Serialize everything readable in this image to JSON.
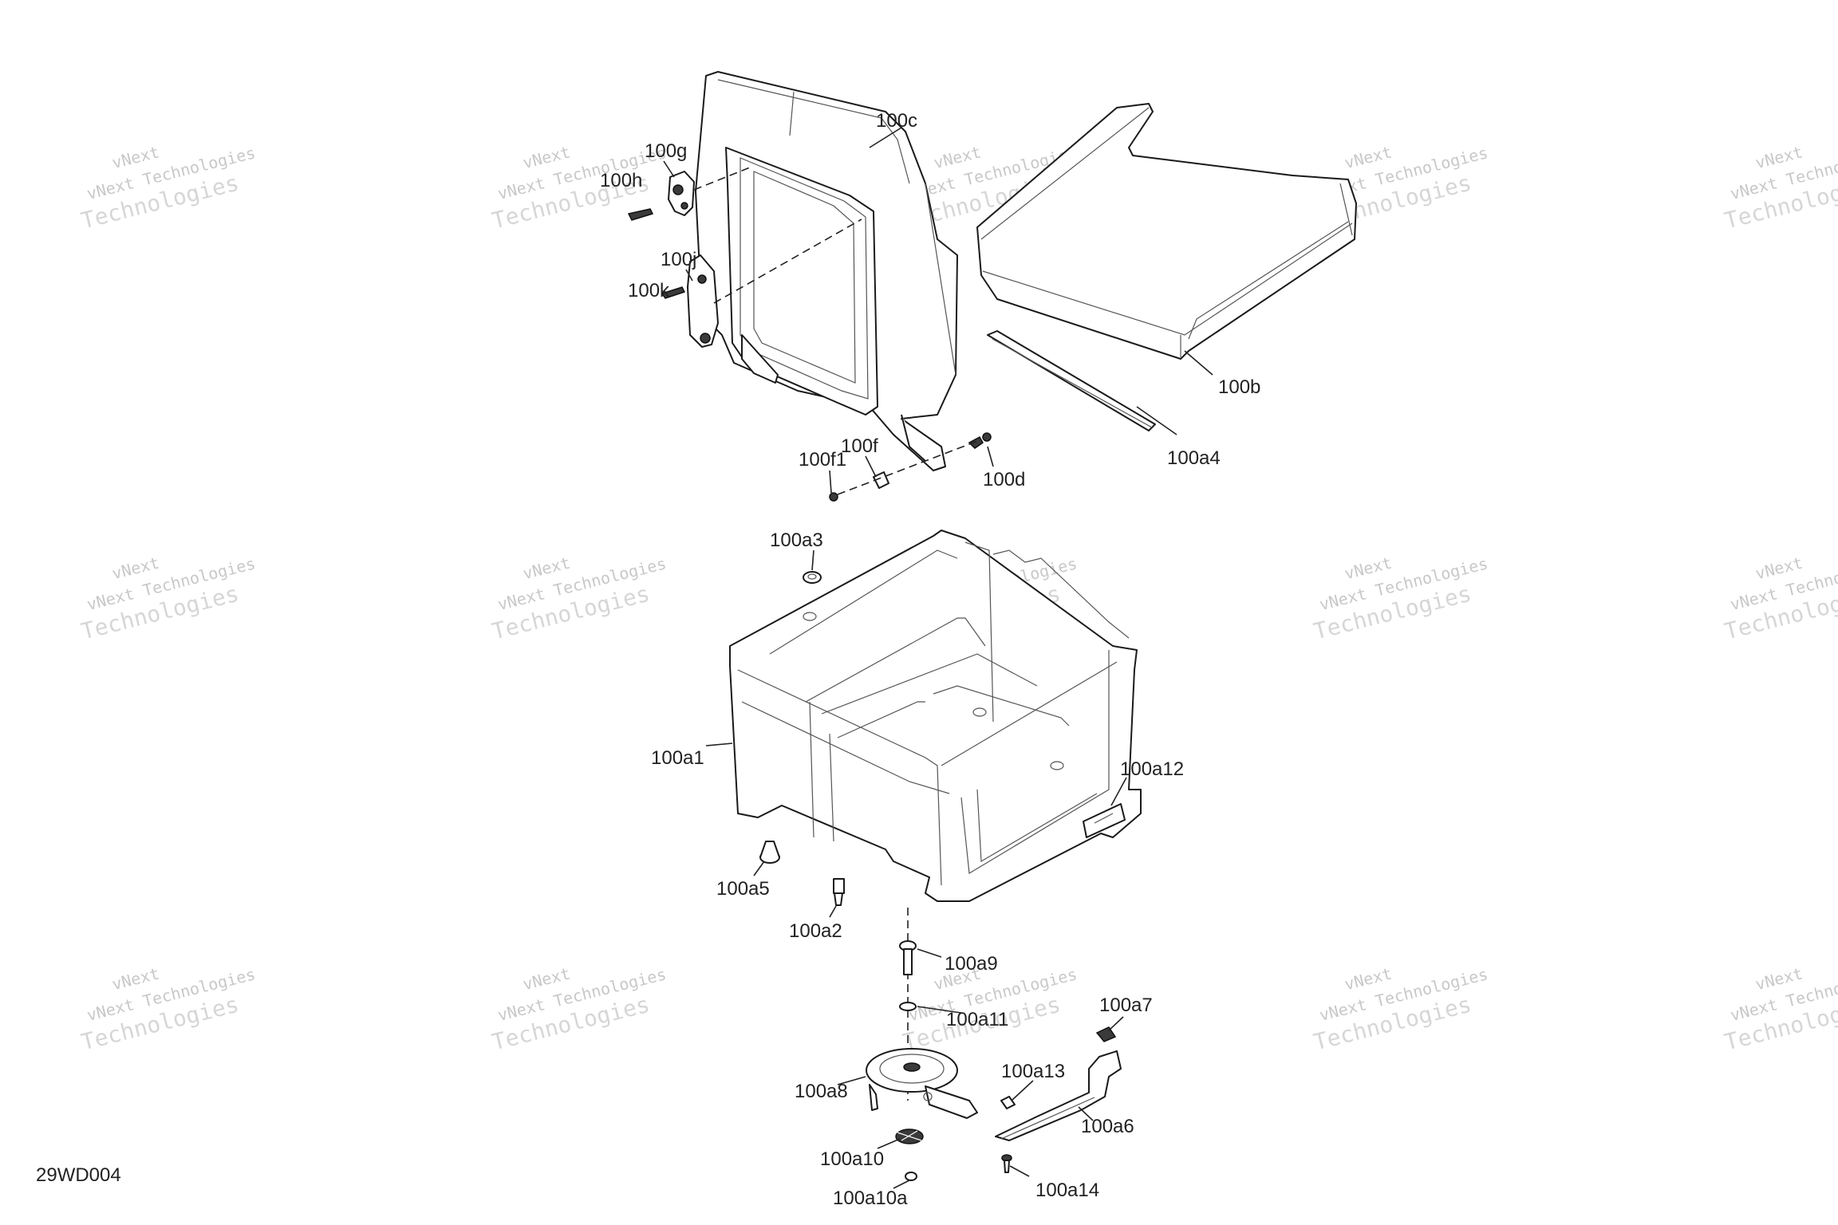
{
  "drawing_id": "29WD004",
  "watermark": {
    "line1": "vNext",
    "line2": "vNext Technologies",
    "line3": "Technologies"
  },
  "callouts": [
    "100c",
    "100g",
    "100h",
    "100j",
    "100k",
    "100b",
    "100a4",
    "100f1",
    "100f",
    "100d",
    "100a3",
    "100a1",
    "100a12",
    "100a5",
    "100a2",
    "100a9",
    "100a11",
    "100a7",
    "100a13",
    "100a8",
    "100a6",
    "100a10",
    "100a14",
    "100a10a"
  ]
}
